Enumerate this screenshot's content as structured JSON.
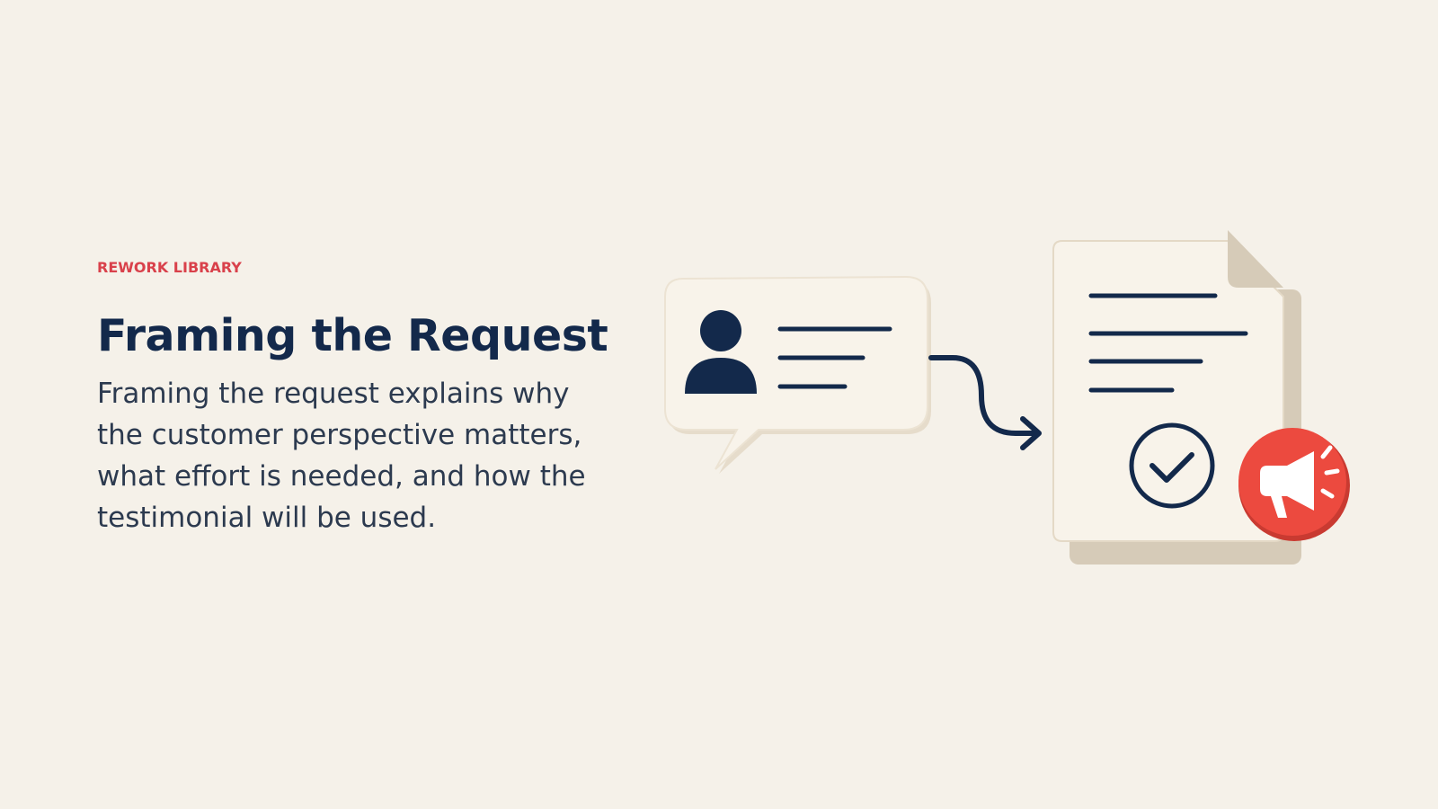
{
  "eyebrow": "REWORK LIBRARY",
  "title": "Framing the Request",
  "body": "Framing the request explains why the customer perspective matters, what effort is needed, and how the testimonial will be used.",
  "colors": {
    "background": "#f5f1e9",
    "accent": "#d9414b",
    "navy": "#13294b",
    "paper": "#f8f3ea",
    "paper_shadow": "#d6cbb8",
    "megaphone_badge": "#ec4a3f"
  },
  "icons": {
    "speech_bubble": "speech-bubble-icon",
    "person": "person-icon",
    "arrow": "curved-arrow-icon",
    "document": "document-icon",
    "checkmark": "check-circle-icon",
    "megaphone": "megaphone-icon"
  }
}
